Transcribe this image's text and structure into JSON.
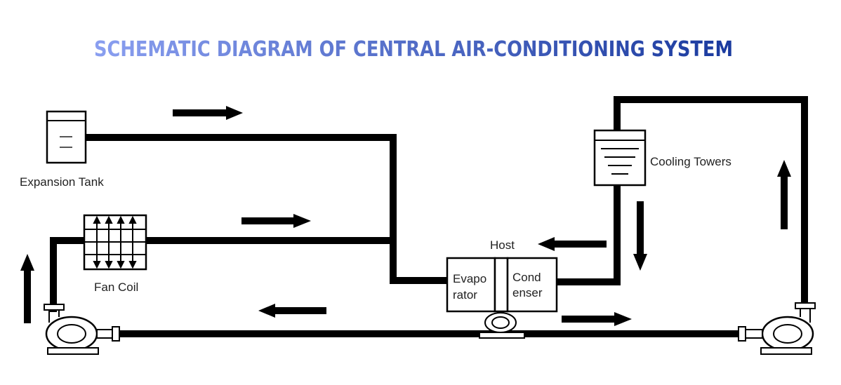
{
  "title": {
    "text": "SCHEMATIC DIAGRAM OF CENTRAL AIR-CONDITIONING SYSTEM",
    "color_start": "#8a9ff0",
    "color_end": "#1a3a9e"
  },
  "labels": {
    "expansion_tank": "Expansion Tank",
    "cooling_towers": "Cooling Towers",
    "fan_coil": "Fan Coil",
    "host": "Host",
    "evaporator_line1": "Evapo",
    "evaporator_line2": "rator",
    "condenser_line1": "Cond",
    "condenser_line2": "enser"
  },
  "icons": {
    "pump": "centrifugal-pump-icon",
    "tank": "expansion-tank-icon",
    "tower": "cooling-tower-icon",
    "coil": "fan-coil-icon",
    "flow": "flow-arrow-icon"
  },
  "colors": {
    "pipe": "#000000",
    "equipment_fill": "#ffffff",
    "label_text": "#222222"
  }
}
